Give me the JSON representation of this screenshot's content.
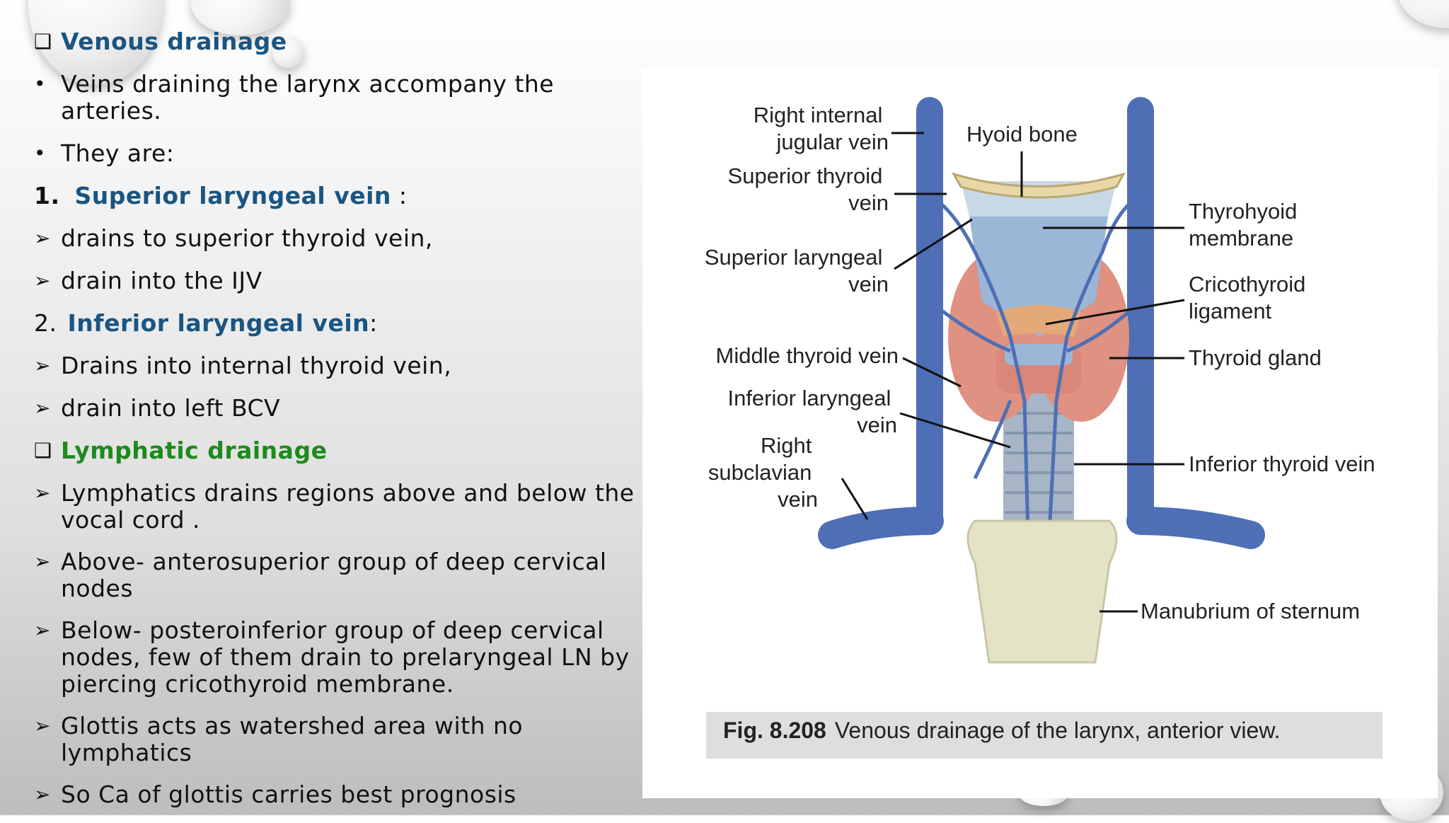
{
  "slide": {
    "venous_heading": "Venous drainage",
    "venous_points": [
      "Veins draining the larynx accompany the arteries.",
      "They are:"
    ],
    "superior": {
      "number": "1.",
      "name": "Superior laryngeal vein",
      "suffix": " :",
      "points": [
        "drains to superior thyroid vein,",
        "drain into the IJV"
      ]
    },
    "inferior": {
      "number": "2.",
      "name": "Inferior laryngeal vein",
      "suffix": ":",
      "points": [
        "Drains into internal thyroid vein,",
        "drain into left BCV"
      ]
    },
    "lymph_heading": "Lymphatic drainage",
    "lymph_points": [
      "Lymphatics drains regions above and below the vocal cord .",
      "Above- anterosuperior group of deep cervical nodes",
      "Below- posteroinferior group of deep cervical nodes, few of them drain to prelaryngeal LN by piercing cricothyroid membrane.",
      "Glottis acts as watershed area with no lymphatics",
      "So Ca of glottis carries best prognosis"
    ]
  },
  "figure": {
    "labels": {
      "right_ijv": [
        "Right internal",
        "jugular vein"
      ],
      "hyoid": "Hyoid bone",
      "sup_thyroid": [
        "Superior thyroid",
        "vein"
      ],
      "thyrohyoid": [
        "Thyrohyoid",
        "membrane"
      ],
      "sup_laryngeal": [
        "Superior laryngeal",
        "vein"
      ],
      "cricothyroid": [
        "Cricothyroid",
        "ligament"
      ],
      "middle_thyroid": "Middle thyroid vein",
      "thyroid_gland": "Thyroid gland",
      "inf_laryngeal": [
        "Inferior laryngeal",
        "vein"
      ],
      "right_subclavian": [
        "Right",
        "subclavian",
        "vein"
      ],
      "inf_thyroid": "Inferior thyroid vein",
      "manubrium": "Manubrium of sternum"
    },
    "caption_number": "Fig. 8.208",
    "caption_text": "Venous drainage of the larynx, anterior view."
  }
}
